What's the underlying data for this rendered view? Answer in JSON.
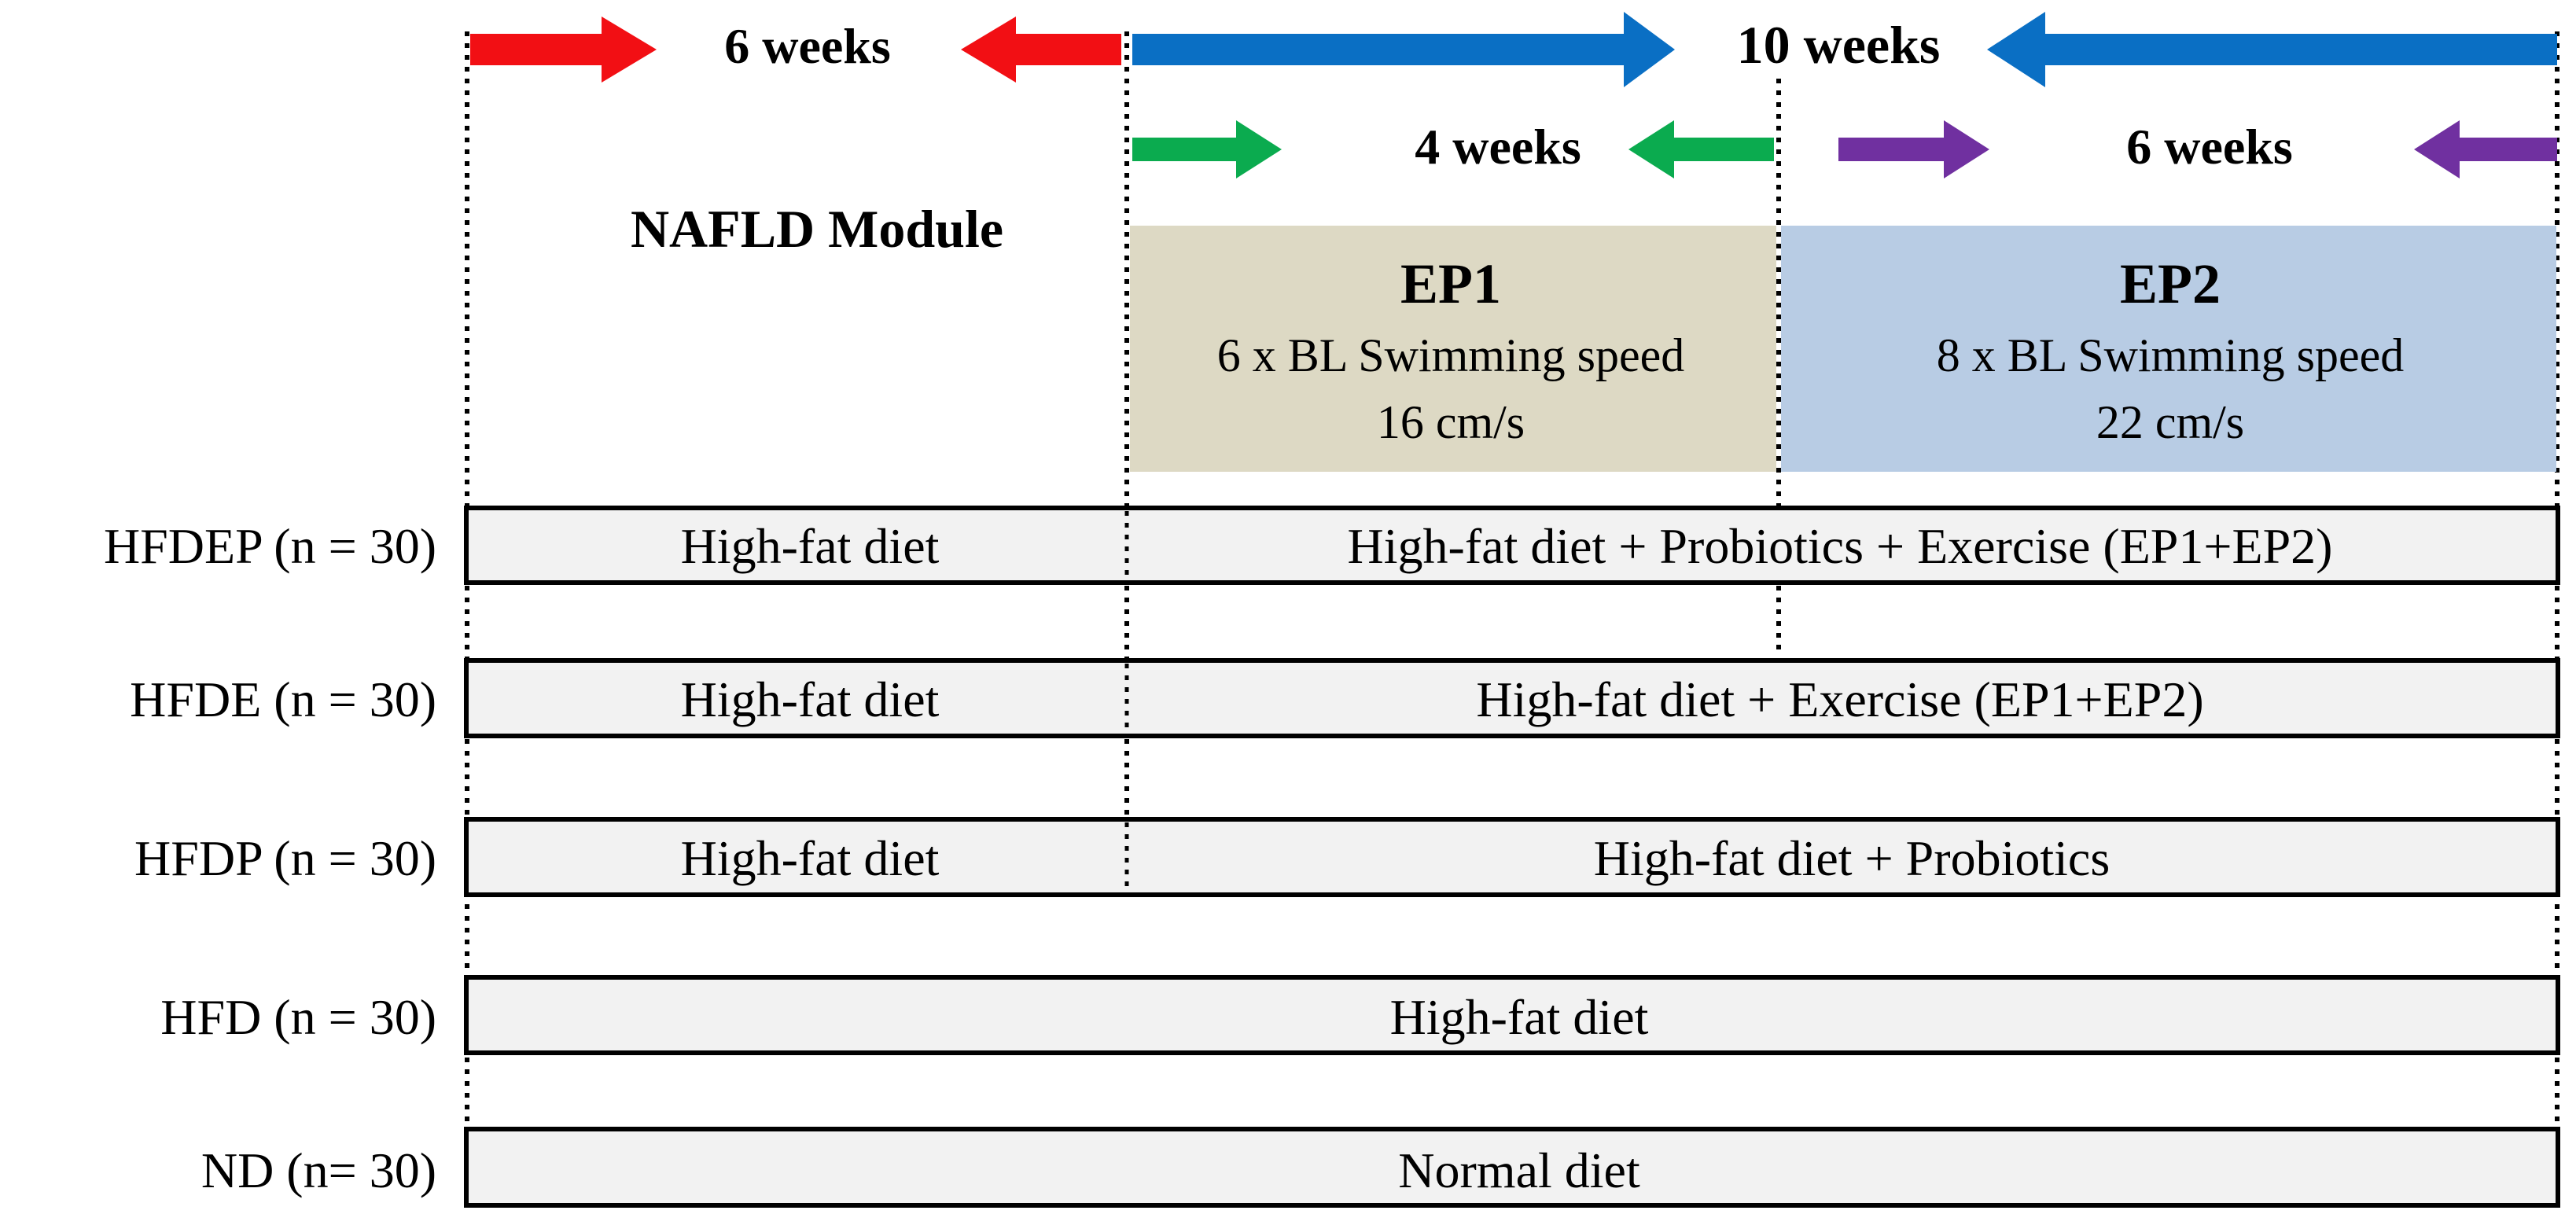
{
  "timeline": {
    "phase_total": {
      "label": "6 weeks",
      "color": "#f20f14"
    },
    "phase_intervention": {
      "label": "10 weeks",
      "color": "#0a6fc4"
    },
    "sub_phase_1": {
      "label": "4 weeks",
      "color": "#0bab4f"
    },
    "sub_phase_2": {
      "label": "6 weeks",
      "color": "#7030a0"
    }
  },
  "module_label": "NAFLD Module",
  "protocols": {
    "ep1": {
      "title": "EP1",
      "line1": "6 x BL Swimming speed",
      "line2": "16 cm/s",
      "color": "#ddd9c4"
    },
    "ep2": {
      "title": "EP2",
      "line1": "8 x BL Swimming speed",
      "line2": "22 cm/s",
      "color": "#b8cce4"
    }
  },
  "groups": [
    {
      "label": "HFDEP (n = 30)",
      "phase1": "High-fat diet",
      "phase2": "High-fat diet + Probiotics + Exercise (EP1+EP2)"
    },
    {
      "label": "HFDE (n = 30)",
      "phase1": "High-fat diet",
      "phase2": "High-fat diet + Exercise (EP1+EP2)"
    },
    {
      "label": "HFDP (n = 30)",
      "phase1": "High-fat diet",
      "phase2": "High-fat diet + Probiotics"
    },
    {
      "label": "HFD (n = 30)",
      "full": "High-fat diet"
    },
    {
      "label": "ND (n= 30)",
      "full": "Normal diet"
    }
  ],
  "colors": {
    "bar_fill": "#f2f2f2",
    "bar_stroke": "#000000"
  }
}
